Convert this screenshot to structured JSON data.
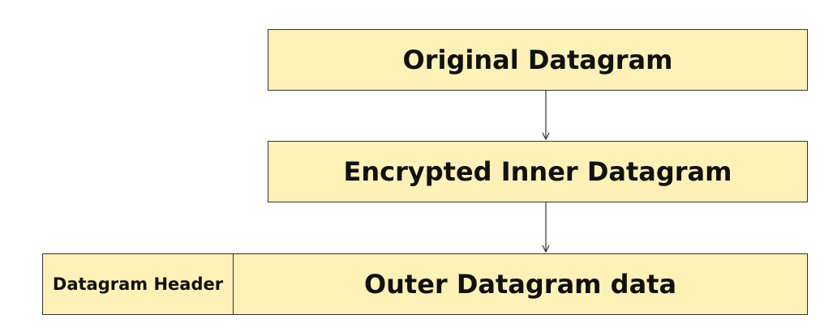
{
  "diagram": {
    "boxes": {
      "original": "Original Datagram",
      "encrypted_inner": "Encrypted Inner Datagram",
      "header": "Datagram Header",
      "outer_data": "Outer Datagram data"
    },
    "colors": {
      "box_fill": "#fdf1b8",
      "box_border": "#333333",
      "arrow": "#333333"
    }
  }
}
